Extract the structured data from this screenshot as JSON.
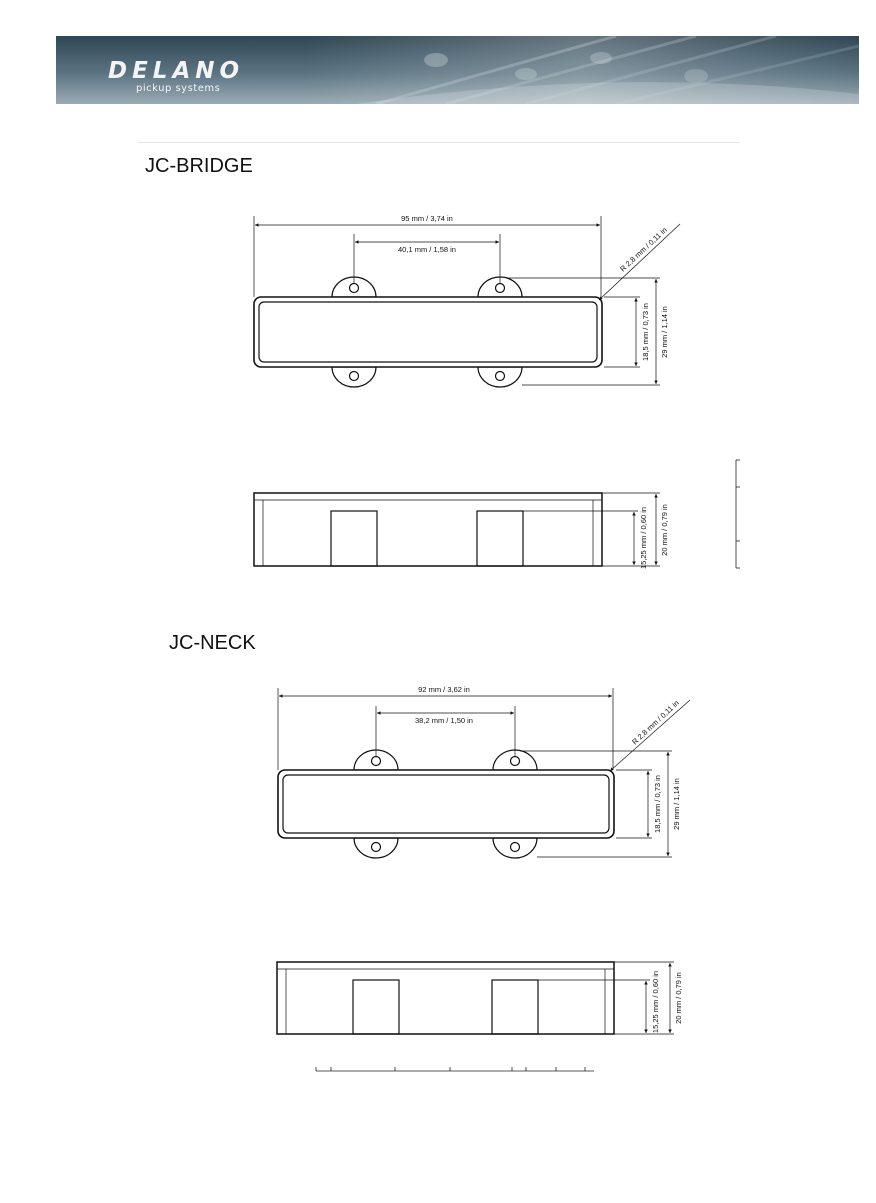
{
  "header": {
    "logo": "DELANO",
    "tagline": "pickup systems"
  },
  "bridge": {
    "title": "JC-BRIDGE",
    "overall_width": "95 mm / 3,74 in",
    "pole_spacing": "40,1 mm / 1,58 in",
    "radius": "R 2,8 mm / 0,11 in",
    "body_height": "18,5 mm / 0,73 in",
    "overall_height": "29 mm / 1,14 in",
    "side_cover_height": "15,25 mm / 0,60 in",
    "side_total_height": "20 mm / 0,79 in"
  },
  "neck": {
    "title": "JC-NECK",
    "overall_width": "92 mm / 3,62 in",
    "pole_spacing": "38,2 mm / 1,50 in",
    "radius": "R 2,8 mm / 0,11 in",
    "body_height": "18,5 mm / 0,73 in",
    "overall_height": "29 mm / 1,14 in",
    "side_cover_height": "15,25 mm / 0,60 in",
    "side_total_height": "20 mm / 0,79 in"
  }
}
